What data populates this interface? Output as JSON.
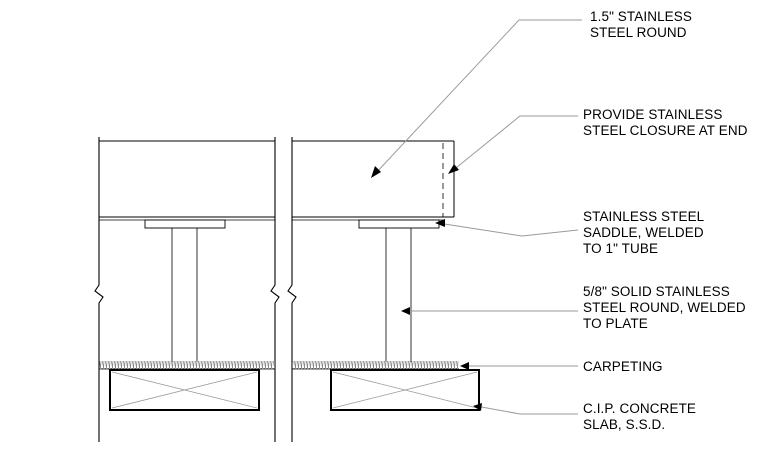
{
  "callouts": {
    "stainless_round": {
      "line1": "1.5\" STAINLESS",
      "line2": "STEEL ROUND"
    },
    "closure": {
      "line1": "PROVIDE STAINLESS",
      "line2": "STEEL CLOSURE AT END"
    },
    "saddle": {
      "line1": "STAINLESS STEEL",
      "line2": "SADDLE, WELDED",
      "line3": "TO 1\" TUBE"
    },
    "solid_round": {
      "line1": "5/8\" SOLID STAINLESS",
      "line2": "STEEL ROUND, WELDED",
      "line3": "TO PLATE"
    },
    "carpeting": {
      "line1": "CARPETING"
    },
    "slab": {
      "line1": "C.I.P. CONCRETE",
      "line2": "SLAB, S.S.D."
    }
  },
  "colors": {
    "ink": "#000000",
    "leader": "#9a9a9a",
    "carpet": "#7a7a7a"
  }
}
